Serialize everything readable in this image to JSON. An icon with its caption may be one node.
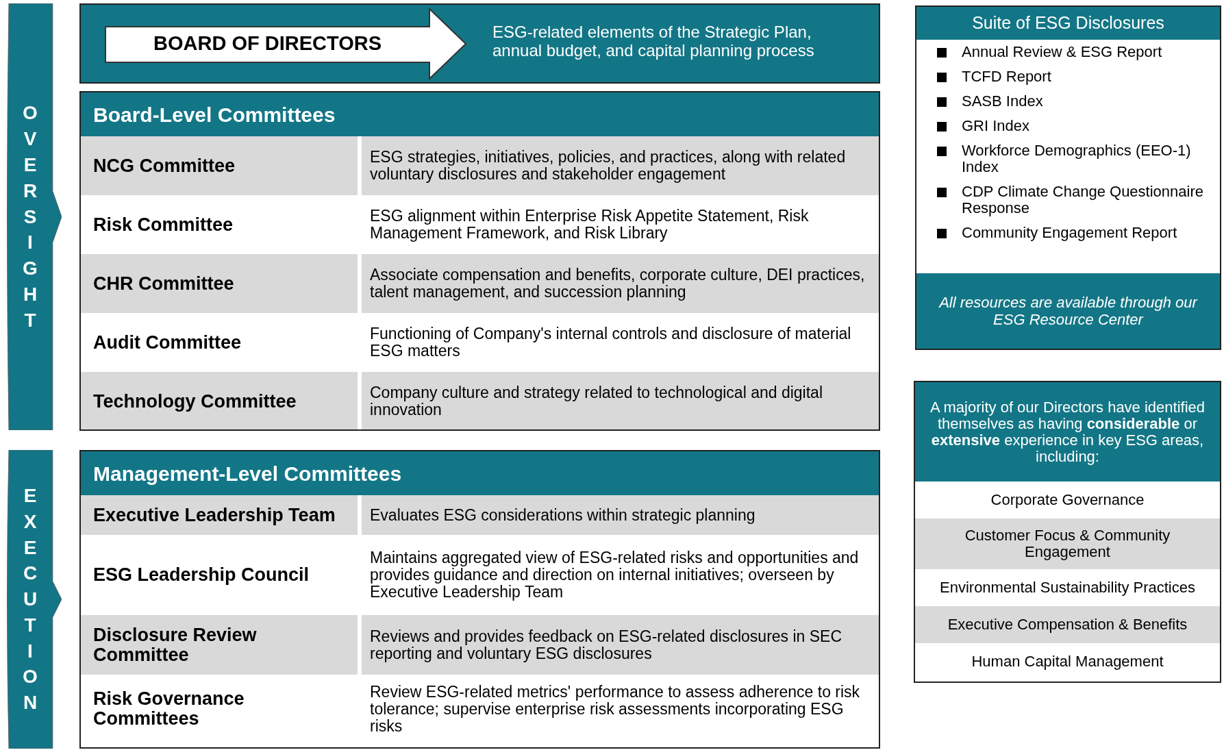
{
  "diagram": {
    "nodes": [
      {
        "text": [
          "OVERSIGHT"
        ]
      },
      {
        "text": [
          "EXECUTION"
        ]
      },
      {
        "text": [
          "ESG-related elements of the Strategic Plan, annual budget, and capital planning process"
        ]
      },
      {
        "text": [
          "BOARD OF DIRECTORS"
        ],
        "in": 2
      },
      {
        "text": [
          "Board-Level Committees"
        ]
      },
      {
        "text": [
          "NCG Committee",
          "ESG strategies, initiatives, policies, and practices, along with related voluntary disclosures and stakeholder engagement"
        ],
        "in": 4
      },
      {
        "text": [
          "Risk Committee",
          "ESG alignment within Enterprise Risk Appetite Statement, Risk Management Framework, and Risk Library"
        ],
        "in": 4
      },
      {
        "text": [
          "CHR Committee",
          "Associate compensation and benefits, corporate culture, DEI practices, talent management, and succession planning"
        ],
        "in": 4
      },
      {
        "text": [
          "Audit Committee",
          "Functioning of Company's internal controls and disclosure of material ESG matters"
        ],
        "in": 4
      },
      {
        "text": [
          "Technology Committee",
          "Company culture and strategy related to technological and digital innovation"
        ],
        "in": 4
      },
      {
        "text": [
          "Management-Level Committees"
        ]
      },
      {
        "text": [
          "Executive Leadership Team",
          "Evaluates ESG considerations within strategic planning"
        ],
        "in": 10
      },
      {
        "text": [
          "ESG Leadership Council",
          "Maintains aggregated view of ESG-related risks and opportunities and provides guidance and direction on internal initiatives; overseen by Executive Leadership Team"
        ],
        "in": 10
      },
      {
        "text": [
          "Disclosure Review Committee",
          "Reviews and provides feedback on ESG-related disclosures in SEC reporting and voluntary ESG disclosures"
        ],
        "in": 10
      },
      {
        "text": [
          "Risk Governance Committees",
          "Review ESG-related metrics' performance to assess adherence to risk tolerance; supervise enterprise risk assessments incorporating ESG risks"
        ],
        "in": 10
      },
      {
        "text": [
          "Suite of ESG Disclosures",
          "Annual Review & ESG Report",
          "TCFD Report",
          "SASB Index",
          "GRI Index",
          "Workforce Demographics (EEO-1) Index",
          "CDP Climate Change Questionnaire Response",
          "Community Engagement Report",
          "All resources are available through our ESG Resource Center"
        ]
      },
      {
        "text": [
          "A majority of our Directors have identified themselves as having **considerable** or **extensive** experience in key ESG areas, including:"
        ]
      },
      {
        "text": [
          "Corporate Governance"
        ],
        "in": 16
      },
      {
        "text": [
          "Customer Focus & Community Engagement"
        ],
        "in": 16
      },
      {
        "text": [
          "Environmental Sustainability Practices"
        ],
        "in": 16
      },
      {
        "text": [
          "Executive Compensation & Benefits"
        ],
        "in": 16
      },
      {
        "text": [
          "Human Capital Management"
        ],
        "in": 16
      }
    ]
  }
}
